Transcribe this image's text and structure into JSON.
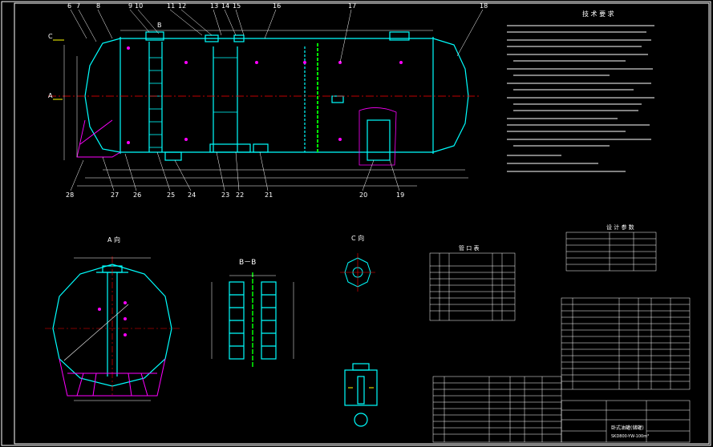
{
  "drawing": {
    "frame_color": "#ffffff",
    "line_color": "#00ffff",
    "hatch_color": "#ff00ff",
    "center_color": "#ff0000",
    "accent_color": "#00ff00",
    "text_color": "#ffffff",
    "balloons_top": [
      "6",
      "7",
      "8",
      "9",
      "10",
      "11",
      "12",
      "13",
      "14",
      "15",
      "16",
      "17",
      "18"
    ],
    "balloons_bottom": [
      "28",
      "27",
      "26",
      "25",
      "24",
      "23",
      "22",
      "21",
      "20",
      "19"
    ],
    "section_markers": {
      "c_left": "C",
      "a_left": "A",
      "b_top": "B"
    },
    "view_titles": {
      "view_a": "A 向",
      "section_bb": "B－B",
      "detail_c": "C 向"
    },
    "notes_title": "技 术 要 求",
    "spec_table_title": "设 计 参 数",
    "nozzle_table_title": "管 口 表",
    "title_block": {
      "name": "卧式油罐(储罐)",
      "drawing_no": "SKD800-YW-100m³"
    }
  }
}
